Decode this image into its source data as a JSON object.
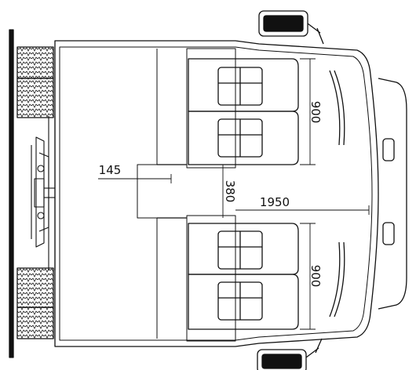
{
  "diagram": {
    "dimensions": {
      "top_seat_width": "900",
      "bottom_seat_width": "900",
      "aisle_offset": "145",
      "aisle_width": "380",
      "interior_width": "1950"
    },
    "colors": {
      "ink": "#111111",
      "background": "#ffffff"
    }
  }
}
